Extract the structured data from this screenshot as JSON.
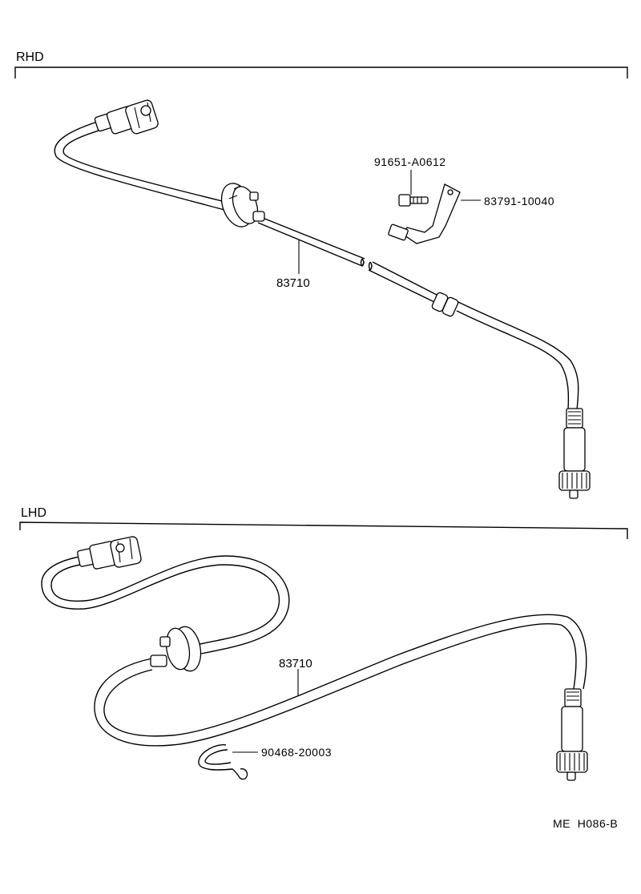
{
  "sections": {
    "rhd": {
      "label": "RHD",
      "cable_part": "83710",
      "bolt_part": "91651-A0612",
      "bracket_part": "83791-10040"
    },
    "lhd": {
      "label": "LHD",
      "cable_part": "83710",
      "clip_part": "90468-20003"
    }
  },
  "footer": {
    "code": "ME  H086-B"
  }
}
